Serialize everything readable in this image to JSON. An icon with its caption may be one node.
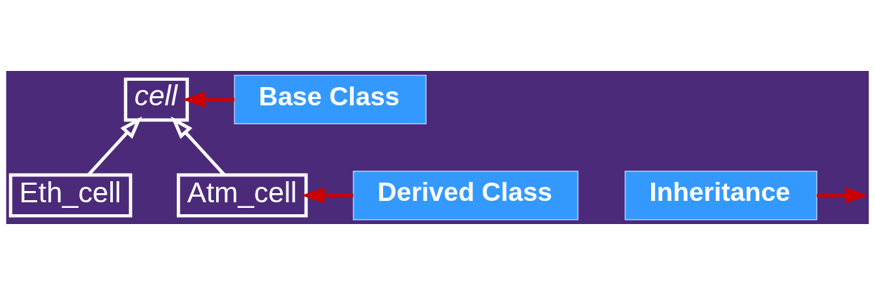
{
  "diagram": {
    "nodes": [
      {
        "text": [
          "cell"
        ]
      },
      {
        "text": [
          "Eth_cell"
        ]
      },
      {
        "text": [
          "Atm_cell"
        ]
      },
      {
        "text": [
          "Base Class"
        ]
      },
      {
        "text": [
          "Inheritance"
        ]
      },
      {
        "text": [
          "Derived Class"
        ]
      }
    ],
    "edges": [
      {
        "from": 1,
        "to": 0,
        "arrow": "to",
        "color": "#ffffff"
      },
      {
        "from": 2,
        "to": 0,
        "arrow": "to",
        "color": "#ffffff"
      },
      {
        "from": 3,
        "to": 0,
        "arrow": "to"
      },
      {
        "from": 4,
        "to": null,
        "arrow": "to"
      },
      {
        "from": 5,
        "to": 2,
        "arrow": "to"
      }
    ]
  }
}
